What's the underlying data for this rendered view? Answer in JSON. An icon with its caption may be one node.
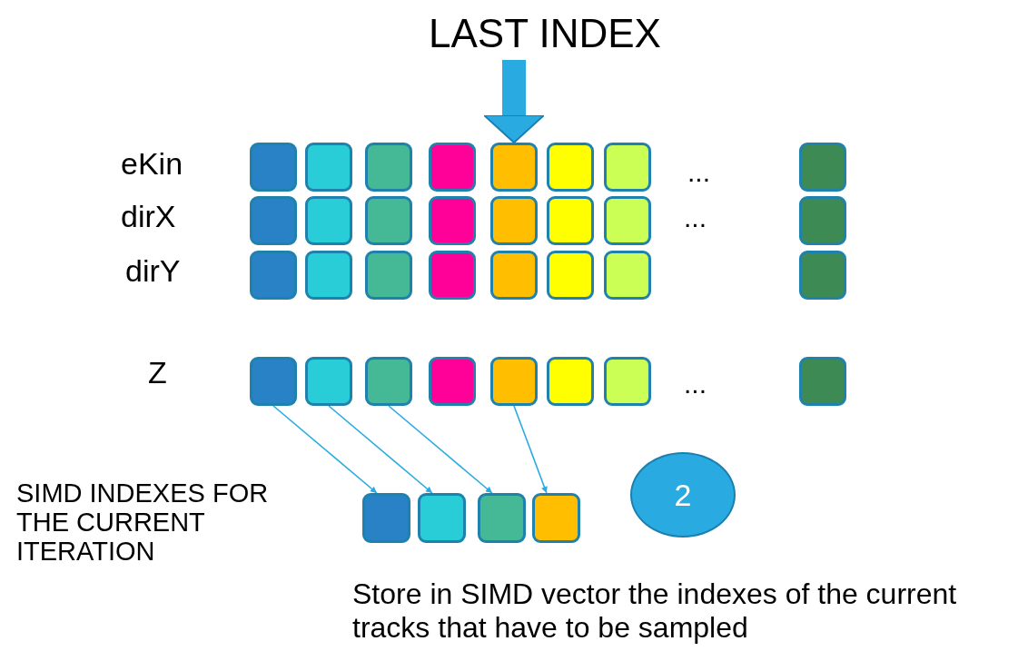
{
  "diagram": {
    "nodes": [
      {
        "text": [
          "LAST INDEX"
        ]
      },
      {
        "text": [],
        "shape": "box"
      },
      {
        "text": [],
        "shape": "box"
      },
      {
        "text": [],
        "shape": "box"
      },
      {
        "text": [],
        "shape": "box"
      },
      {
        "text": [],
        "shape": "box"
      },
      {
        "text": [],
        "shape": "box"
      },
      {
        "text": [],
        "shape": "box"
      },
      {
        "text": [],
        "shape": "box"
      },
      {
        "text": [],
        "shape": "box"
      },
      {
        "text": [],
        "shape": "box"
      },
      {
        "text": [],
        "shape": "box"
      },
      {
        "text": [],
        "shape": "box"
      },
      {
        "text": [],
        "shape": "box"
      },
      {
        "text": [],
        "shape": "box"
      },
      {
        "text": [],
        "shape": "box"
      },
      {
        "text": [],
        "shape": "box"
      },
      {
        "text": [],
        "shape": "box"
      },
      {
        "text": [],
        "shape": "box"
      },
      {
        "text": [],
        "shape": "box"
      },
      {
        "text": [],
        "shape": "box"
      },
      {
        "text": [],
        "shape": "box"
      },
      {
        "text": [],
        "shape": "box"
      },
      {
        "text": [],
        "shape": "box"
      },
      {
        "text": [],
        "shape": "box"
      },
      {
        "text": [],
        "shape": "box"
      },
      {
        "text": [],
        "shape": "box"
      },
      {
        "text": [],
        "shape": "box"
      },
      {
        "text": [],
        "shape": "box"
      },
      {
        "text": [],
        "shape": "box"
      },
      {
        "text": [],
        "shape": "box"
      },
      {
        "text": [],
        "shape": "box"
      },
      {
        "text": [],
        "shape": "box"
      },
      {
        "text": [],
        "shape": "box"
      },
      {
        "text": [],
        "shape": "box"
      },
      {
        "text": [],
        "shape": "box"
      },
      {
        "text": [],
        "shape": "box"
      },
      {
        "text": [
          "2"
        ]
      }
    ],
    "edges": [
      {
        "from": 0,
        "to": 5,
        "arrow": "to",
        "style": "thick"
      },
      {
        "from": 25,
        "to": 33,
        "arrow": "to"
      },
      {
        "from": 26,
        "to": 34,
        "arrow": "to"
      },
      {
        "from": 27,
        "to": 35,
        "arrow": "to"
      },
      {
        "from": 29,
        "to": 36,
        "arrow": "to"
      }
    ],
    "labels": [
      "eKin",
      "...",
      "dirX",
      "...",
      "dirY",
      "Z",
      "...",
      "SIMD INDEXES FOR THE CURRENT ITERATION",
      "Store in SIMD vector the indexes of the current tracks that have to be sampled"
    ]
  }
}
